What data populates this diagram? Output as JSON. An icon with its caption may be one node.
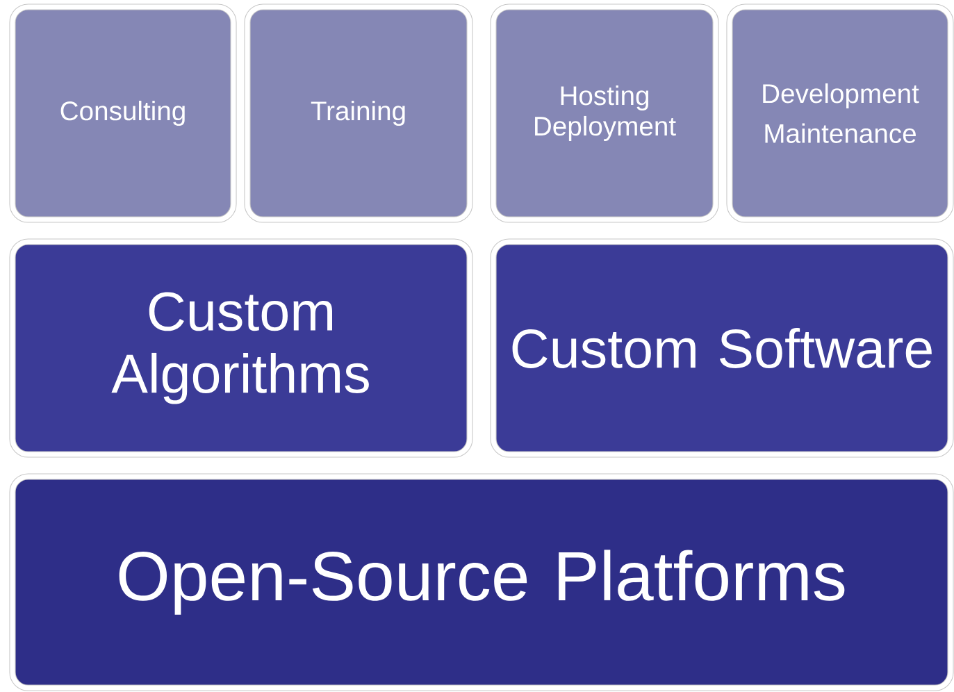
{
  "diagram": {
    "nodes": [
      {
        "text": [
          "Consulting"
        ]
      },
      {
        "text": [
          "Training"
        ]
      },
      {
        "text": [
          "Hosting Deployment"
        ]
      },
      {
        "text": [
          "Development",
          "Maintenance"
        ]
      },
      {
        "text": [
          "Custom Algorithms"
        ]
      },
      {
        "text": [
          "Custom Software"
        ]
      },
      {
        "text": [
          "Open-Source Platforms"
        ]
      }
    ]
  }
}
